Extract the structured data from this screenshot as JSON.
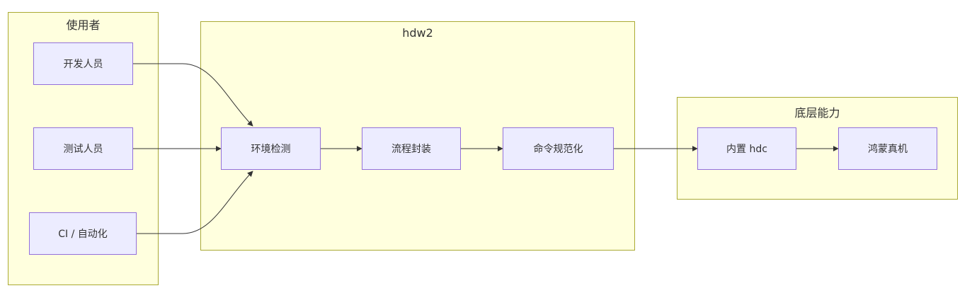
{
  "groups": {
    "users": {
      "title": "使用者"
    },
    "hdw2": {
      "title": "hdw2"
    },
    "base": {
      "title": "底层能力"
    }
  },
  "nodes": {
    "dev": "开发人员",
    "test": "测试人员",
    "ci": "CI / 自动化",
    "env": "环境检测",
    "flow": "流程封装",
    "cmd": "命令规范化",
    "hdc": "内置 hdc",
    "device": "鸿蒙真机"
  },
  "colors": {
    "group_fill": "#ffffde",
    "group_border": "#aaaa33",
    "node_fill": "#ececff",
    "node_border": "#9370db",
    "edge": "#333333"
  }
}
